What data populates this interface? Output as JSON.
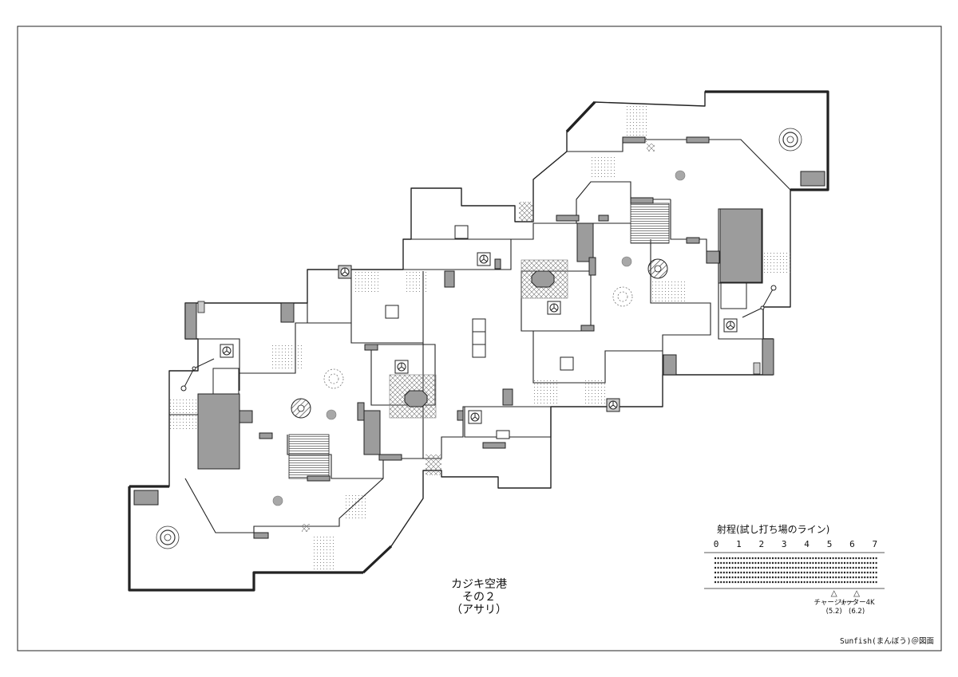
{
  "map": {
    "title_line1": "カジキ空港",
    "title_line2": "その２",
    "title_line3": "（アサリ）"
  },
  "legend": {
    "title": "射程(試し打ち場のライン)",
    "ticks": [
      "0",
      "1",
      "2",
      "3",
      "4",
      "5",
      "6",
      "7"
    ],
    "markers": [
      {
        "name": "チャージャー",
        "range": "(5.2)",
        "value": 5.2
      },
      {
        "name": "リッター4K",
        "range": "(6.2)",
        "value": 6.2
      }
    ]
  },
  "credit": "Sunfish(まんぼう)＠図面",
  "colors": {
    "wall": "#222222",
    "block": "#9c9c9c",
    "background": "#ffffff"
  }
}
